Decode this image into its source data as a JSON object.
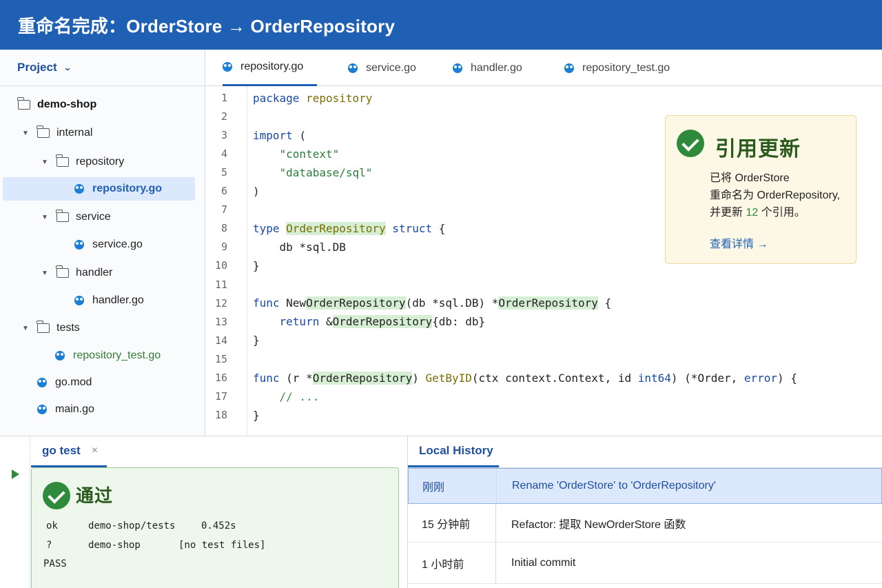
{
  "window": {
    "title": "重命名完成：OrderStore → OrderRepository"
  },
  "sidebar": {
    "header": "Project",
    "tree": [
      {
        "label": "demo-shop",
        "kind": "root"
      },
      {
        "label": "internal",
        "kind": "folder"
      },
      {
        "label": "repository",
        "kind": "folder"
      },
      {
        "label": "repository.go",
        "kind": "file",
        "selected": true
      },
      {
        "label": "service",
        "kind": "folder"
      },
      {
        "label": "service.go",
        "kind": "file"
      },
      {
        "label": "handler",
        "kind": "folder"
      },
      {
        "label": "handler.go",
        "kind": "file"
      },
      {
        "label": "tests",
        "kind": "folder"
      },
      {
        "label": "repository_test.go",
        "kind": "file",
        "modified": true
      },
      {
        "label": "go.mod",
        "kind": "file"
      },
      {
        "label": "main.go",
        "kind": "file"
      }
    ]
  },
  "editor": {
    "tabs": [
      "repository.go",
      "service.go",
      "handler.go",
      "repository_test.go"
    ],
    "active_tab": "repository.go",
    "line_numbers": [
      "1",
      "2",
      "3",
      "4",
      "5",
      "6",
      "7",
      "8",
      "9",
      "10",
      "11",
      "12",
      "13",
      "14",
      "15",
      "16",
      "17",
      "18"
    ],
    "code": {
      "l1a": "package",
      "l1b": " repository",
      "l3a": "import",
      "l3b": " (",
      "l4": "    \"context\"",
      "l5": "    \"database/sql\"",
      "l6": ")",
      "l8a": "type",
      "l8b": " ",
      "l8c": "OrderRepository",
      "l8d": " ",
      "l8e": "struct",
      "l8f": " {",
      "l9": "    db *sql.DB",
      "l10": "}",
      "l12a": "func",
      "l12b": " New",
      "l12c": "OrderRepository",
      "l12d": "(db *sql.DB) *",
      "l12e": "OrderRepository",
      "l12f": " {",
      "l13a": "    ",
      "l13b": "return",
      "l13c": " &",
      "l13d": "OrderRepository",
      "l13e": "{db: db}",
      "l14": "}",
      "l16a": "func",
      "l16b": " (r *",
      "l16c": "OrderRepository",
      "l16d": ") ",
      "l16e": "GetByID",
      "l16f": "(ctx context.Context, id ",
      "l16g": "int64",
      "l16h": ") (*Order, ",
      "l16i": "error",
      "l16j": ") {",
      "l17": "    // ...",
      "l18": "}"
    }
  },
  "notification": {
    "title": "引用更新",
    "line1": "已将 OrderStore",
    "line2": "重命名为 OrderRepository,",
    "line3a": "并更新 ",
    "line3b": "12",
    "line3c": " 个引用。",
    "link": "查看详情 →",
    "accent": "#2f8a3b"
  },
  "run_panel": {
    "tab": "go test",
    "close": "×",
    "status": "通过",
    "output": [
      {
        "c1": "ok",
        "c2": "demo-shop/tests",
        "c3": "0.452s"
      },
      {
        "c1": "?",
        "c2": "demo-shop",
        "c3": "[no test files]"
      },
      {
        "c1": "PASS",
        "c2": "",
        "c3": ""
      }
    ]
  },
  "history": {
    "tab": "Local History",
    "rows": [
      {
        "time": "刚刚",
        "message": "Rename 'OrderStore' to 'OrderRepository'",
        "selected": true
      },
      {
        "time": "15 分钟前",
        "message": "Refactor: 提取 NewOrderStore 函数"
      },
      {
        "time": "1 小时前",
        "message": "Initial commit"
      }
    ]
  }
}
